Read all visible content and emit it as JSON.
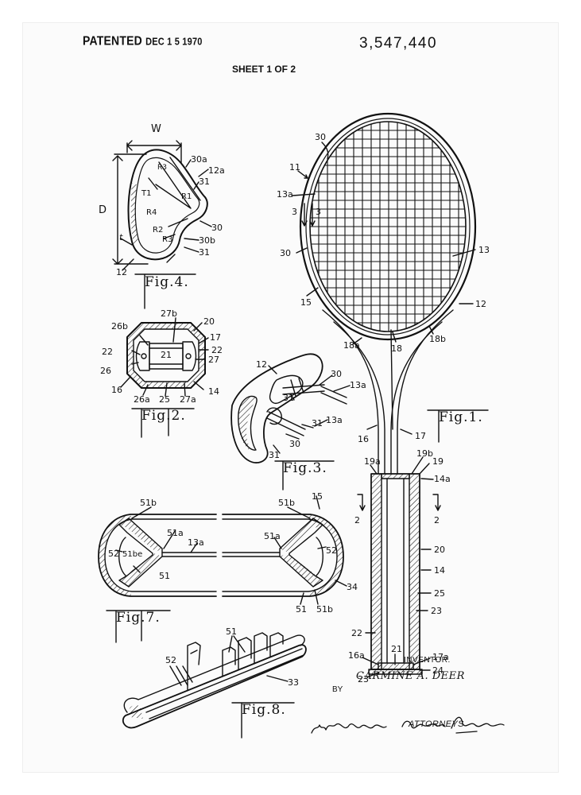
{
  "header": {
    "patented_label": "PATENTED",
    "patented_date": "DEC 1 5 1970",
    "patent_number": "3,547,440",
    "sheet": "SHEET 1 OF 2"
  },
  "figures": {
    "fig1": "Fig.1.",
    "fig2": "Fig.2.",
    "fig3": "Fig.3.",
    "fig4": "Fig.4.",
    "fig7": "Fig.7.",
    "fig8": "Fig.8."
  },
  "labels": {
    "fig1": [
      "30",
      "11",
      "13a",
      "3",
      "3",
      "30",
      "13",
      "15",
      "12",
      "18a",
      "18",
      "18b",
      "16",
      "17",
      "19a",
      "19b",
      "19",
      "14a",
      "2",
      "2",
      "20",
      "14",
      "25",
      "23",
      "22",
      "21",
      "16a",
      "17a",
      "24",
      "23"
    ],
    "fig2": [
      "26b",
      "27b",
      "20",
      "17",
      "22",
      "22",
      "21",
      "26",
      "27",
      "16",
      "14",
      "26a",
      "25",
      "27a"
    ],
    "fig3": [
      "12",
      "30",
      "13a",
      "31",
      "31",
      "13a",
      "30",
      "31"
    ],
    "fig4": [
      "W",
      "30a",
      "R3",
      "12a",
      "31",
      "T1",
      "R1",
      "D",
      "R4",
      "30",
      "R2",
      "30b",
      "t",
      "R3",
      "31",
      "12"
    ],
    "fig7": [
      "51b",
      "51b",
      "15",
      "51a",
      "13a",
      "51a",
      "52",
      "51be",
      "52",
      "51",
      "34",
      "51",
      "51b"
    ],
    "fig8": [
      "51",
      "52",
      "33"
    ]
  },
  "inventor": {
    "label": "INVENTOR.",
    "name": "CARMINE A. DEER",
    "by": "BY",
    "signature": "Wied McElhaney Brooks Fitzpatrick",
    "attorneys": "ATTORNEYS"
  }
}
